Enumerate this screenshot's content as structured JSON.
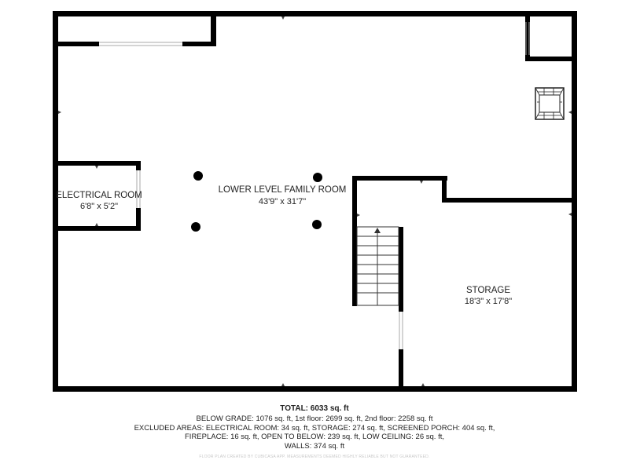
{
  "rooms": {
    "family_room": {
      "name": "LOWER LEVEL FAMILY ROOM",
      "dims": "43'9\" x 31'7\""
    },
    "electrical_room": {
      "name": "ELECTRICAL ROOM",
      "dims": "6'8\" x 5'2\""
    },
    "storage": {
      "name": "STORAGE",
      "dims": "18'3\" x 17'8\""
    }
  },
  "summary": {
    "total": "TOTAL: 6033 sq. ft",
    "line1": "BELOW GRADE: 1076 sq. ft, 1st floor: 2699 sq. ft, 2nd floor: 2258 sq. ft",
    "line2": "EXCLUDED AREAS: ELECTRICAL ROOM: 34 sq. ft, STORAGE: 274 sq. ft, SCREENED PORCH: 404 sq. ft,",
    "line3": "FIREPLACE: 16 sq. ft, OPEN TO BELOW: 239 sq. ft, LOW CEILING: 26 sq. ft,",
    "line4": "WALLS: 374 sq. ft",
    "credit": "FLOOR PLAN CREATED BY CUBICASA APP. MEASUREMENTS DEEMED HIGHLY RELIABLE BUT NOT GUARANTEED."
  },
  "icons": [
    "column-icon",
    "stairs-icon",
    "fireplace-icon",
    "door-opening-icon"
  ],
  "colors": {
    "wall": "#000000",
    "background": "#ffffff",
    "text": "#222222"
  }
}
